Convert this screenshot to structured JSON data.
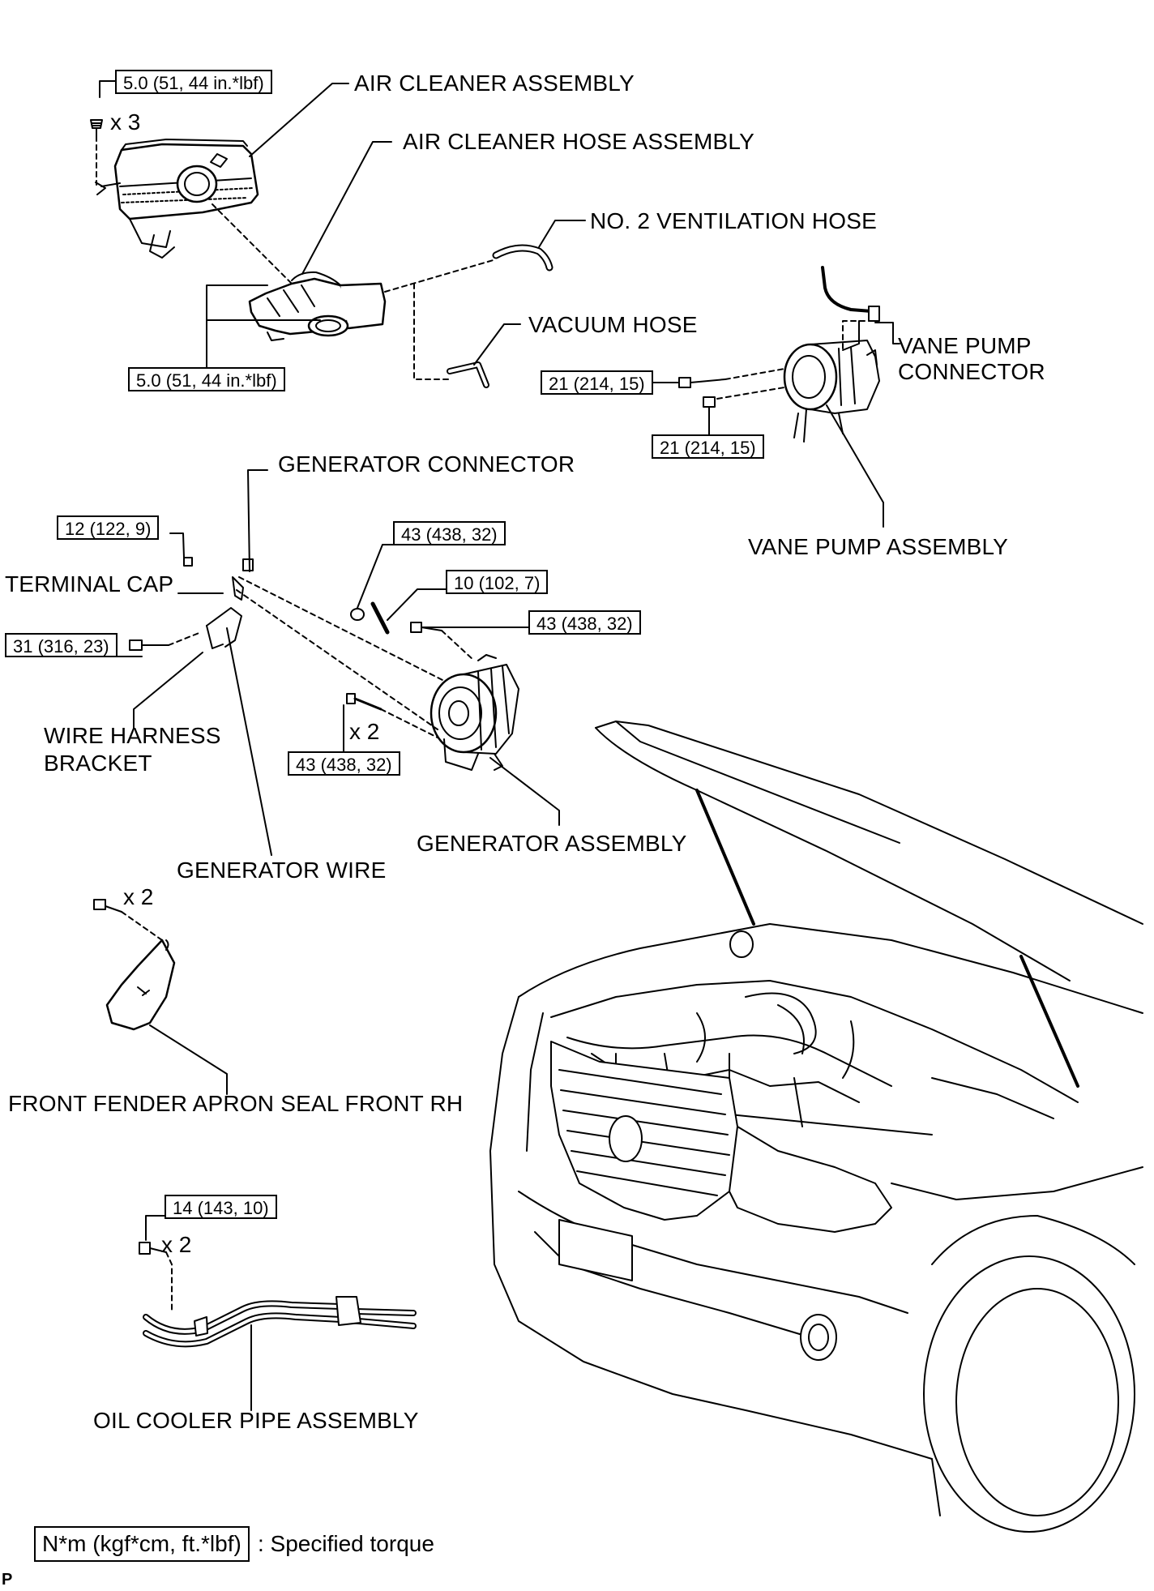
{
  "parts": {
    "air_cleaner_assembly": "AIR CLEANER ASSEMBLY",
    "air_cleaner_hose_assembly": "AIR CLEANER HOSE ASSEMBLY",
    "no2_ventilation_hose": "NO. 2 VENTILATION HOSE",
    "vacuum_hose": "VACUUM HOSE",
    "vane_pump_connector_line1": "VANE PUMP",
    "vane_pump_connector_line2": "CONNECTOR",
    "vane_pump_assembly": "VANE PUMP ASSEMBLY",
    "generator_connector": "GENERATOR CONNECTOR",
    "terminal_cap": "TERMINAL CAP",
    "wire_harness_bracket_line1": "WIRE HARNESS",
    "wire_harness_bracket_line2": "BRACKET",
    "generator_wire": "GENERATOR WIRE",
    "generator_assembly": "GENERATOR ASSEMBLY",
    "front_fender_apron_seal": "FRONT FENDER APRON SEAL FRONT RH",
    "oil_cooler_pipe_assembly": "OIL COOLER PIPE ASSEMBLY"
  },
  "torques": {
    "air_cleaner_bolt": "5.0 (51, 44 in.*lbf)",
    "air_cleaner_hose_clamp": "5.0 (51, 44 in.*lbf)",
    "vane_pump_bolt_upper": "21 (214, 15)",
    "vane_pump_bolt_lower": "21 (214, 15)",
    "terminal_nut": "12 (122, 9)",
    "bracket_bolt": "31 (316, 23)",
    "generator_nut": "43 (438, 32)",
    "generator_stud": "10 (102, 7)",
    "generator_bolt_upper": "43 (438, 32)",
    "generator_bolt_lower": "43 (438, 32)",
    "oil_cooler_bolt": "14 (143, 10)"
  },
  "counts": {
    "air_cleaner_bolts": "x 3",
    "generator_bolts": "x 2",
    "apron_seal_clips": "x 2",
    "oil_cooler_bolts": "x 2"
  },
  "legend": {
    "unit": "N*m (kgf*cm, ft.*lbf)",
    "description": ": Specified torque"
  },
  "footer_mark": "P"
}
